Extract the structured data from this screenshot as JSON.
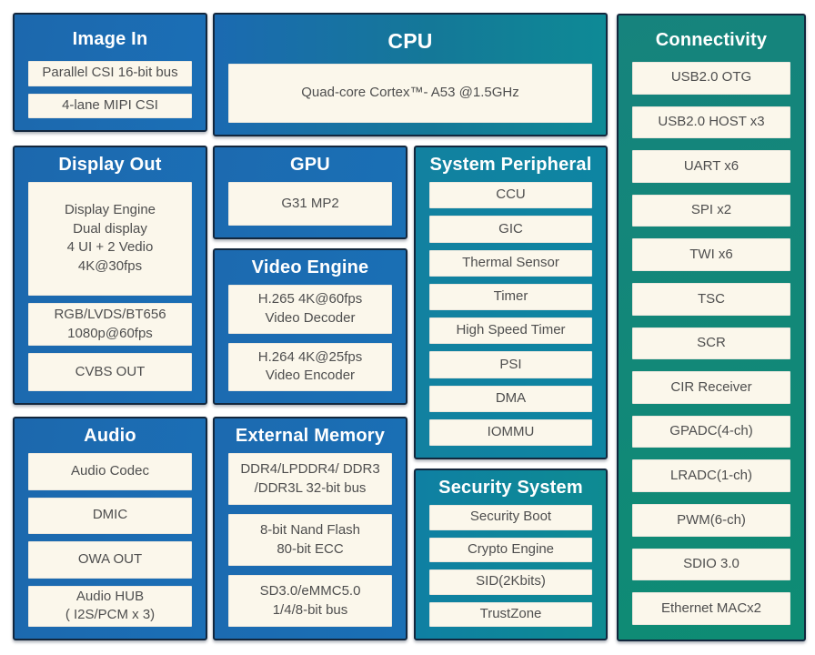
{
  "colors": {
    "panel_blue": "#1b6ab1",
    "panel_teal": "#11819f",
    "panel_green": "#128378",
    "panel_border": "#13273d",
    "item_background": "#fbf7eb",
    "item_text": "#4e4e4e",
    "title_text": "#ffffff",
    "page_background": "#ffffff"
  },
  "panels": {
    "image_in": {
      "title": "Image In",
      "items": [
        "Parallel CSI 16-bit bus",
        "4-lane MIPI CSI"
      ]
    },
    "cpu": {
      "title": "CPU",
      "items": [
        "Quad-core Cortex™- A53 @1.5GHz"
      ]
    },
    "display_out": {
      "title": "Display Out",
      "items": [
        "Display Engine\nDual display\n4 UI + 2 Vedio\n4K@30fps",
        "RGB/LVDS/BT656\n1080p@60fps",
        "CVBS OUT"
      ]
    },
    "gpu": {
      "title": "GPU",
      "items": [
        "G31 MP2"
      ]
    },
    "video_engine": {
      "title": "Video Engine",
      "items": [
        "H.265 4K@60fps\nVideo Decoder",
        "H.264 4K@25fps\nVideo Encoder"
      ]
    },
    "audio": {
      "title": "Audio",
      "items": [
        "Audio Codec",
        "DMIC",
        "OWA OUT",
        "Audio HUB\n( I2S/PCM x 3)"
      ]
    },
    "external_memory": {
      "title": "External Memory",
      "items": [
        "DDR4/LPDDR4/ DDR3\n/DDR3L 32-bit bus",
        "8-bit Nand Flash\n80-bit ECC",
        "SD3.0/eMMC5.0\n1/4/8-bit bus"
      ]
    },
    "system_peripheral": {
      "title": "System Peripheral",
      "items": [
        "CCU",
        "GIC",
        "Thermal Sensor",
        "Timer",
        "High Speed Timer",
        "PSI",
        "DMA",
        "IOMMU"
      ]
    },
    "security_system": {
      "title": "Security System",
      "items": [
        "Security Boot",
        "Crypto Engine",
        "SID(2Kbits)",
        "TrustZone"
      ]
    },
    "connectivity": {
      "title": "Connectivity",
      "items": [
        "USB2.0 OTG",
        "USB2.0 HOST x3",
        "UART x6",
        "SPI x2",
        "TWI x6",
        "TSC",
        "SCR",
        "CIR Receiver",
        "GPADC(4-ch)",
        "LRADC(1-ch)",
        "PWM(6-ch)",
        "SDIO 3.0",
        "Ethernet MACx2"
      ]
    }
  }
}
